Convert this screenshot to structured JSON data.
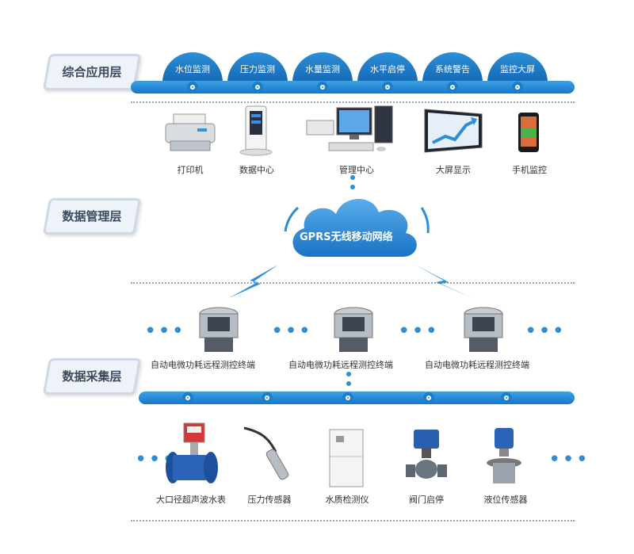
{
  "layers": {
    "application": "综合应用层",
    "management": "数据管理层",
    "collection": "数据采集层"
  },
  "top_tabs": [
    "水位监测",
    "压力监测",
    "水量监测",
    "水平启停",
    "系统警告",
    "监控大屏"
  ],
  "app_devices": [
    "打印机",
    "数据中心",
    "管理中心",
    "大屏显示",
    "手机监控"
  ],
  "cloud_label": "GPRS无线移动网络",
  "terminal_label": "自动电微功耗远程测控终端",
  "sensors": [
    "大口径超声波水表",
    "压力传感器",
    "水质检测仪",
    "阀门启停",
    "液位传感器"
  ],
  "colors": {
    "primary": "#1a7ecb",
    "accent": "#2b8fd8",
    "cloud": "#2a8fd6"
  },
  "icons": {
    "printer": "printer-icon",
    "server": "server-icon",
    "workstation": "workstation-icon",
    "big_screen": "big-screen-icon",
    "phone": "phone-icon",
    "terminal": "rtu-terminal-icon",
    "water_meter": "water-meter-icon",
    "pressure_sensor": "pressure-sensor-icon",
    "water_quality": "water-quality-analyzer-icon",
    "valve": "valve-actuator-icon",
    "level_sensor": "level-sensor-icon"
  }
}
